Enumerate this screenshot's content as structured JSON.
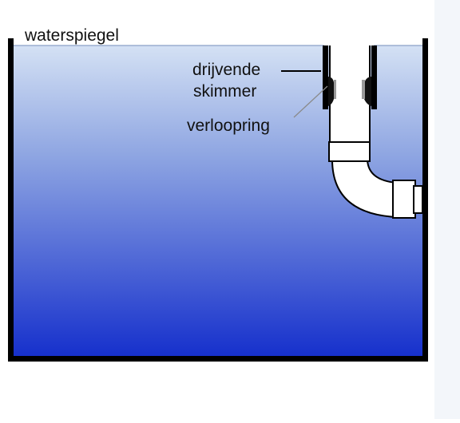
{
  "labels": {
    "water_level": "waterspiegel",
    "floating_skimmer_line1": "drijvende",
    "floating_skimmer_line2": "skimmer",
    "reducer_ring": "verloopring"
  },
  "colors": {
    "background": "#ffffff",
    "side_panel": "#f3f6fa",
    "water_top": "#d4e1f4",
    "water_bottom": "#1630cc",
    "tank_wall": "#000000",
    "pipe_fill": "#ffffff",
    "pipe_stroke": "#000000"
  },
  "icons": {
    "tank": "tank-icon",
    "pipe": "pipe-icon",
    "skimmer": "skimmer-icon"
  }
}
